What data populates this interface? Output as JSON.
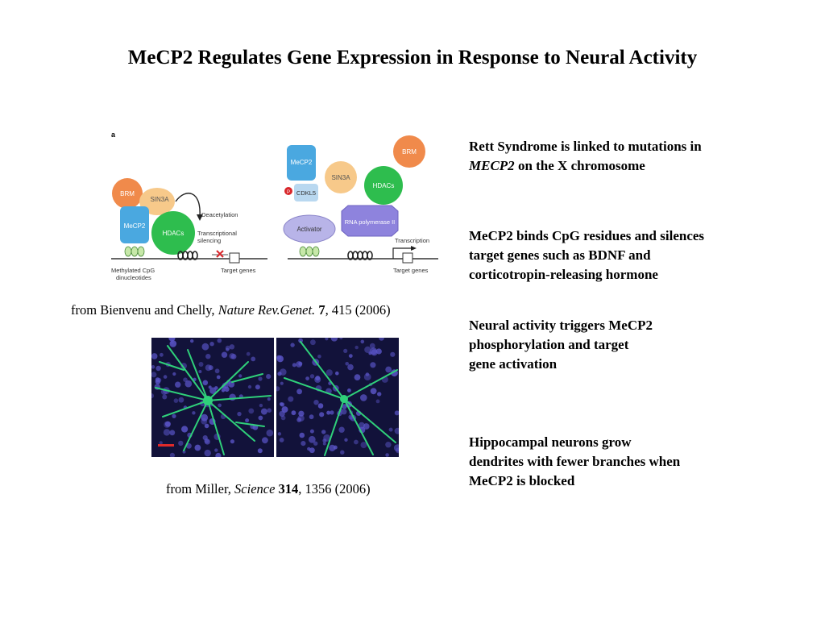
{
  "slide": {
    "title": "MeCP2 Regulates Gene Expression in Response to Neural Activity"
  },
  "bullets": [
    {
      "pre": "Rett Syndrome is linked to mutations in ",
      "em": "MECP2",
      "post": " on the X chromosome"
    },
    {
      "text": "MeCP2 binds CpG residues and silences target genes such as BDNF and corticotropin-releasing hormone"
    },
    {
      "text": "Neural activity triggers MeCP2 phosphorylation and target gene activation"
    },
    {
      "text": "Hippocampal neurons grow dendrites with fewer branches when MeCP2 is blocked"
    }
  ],
  "citation1": {
    "pre": "from Bienvenu and Chelly, ",
    "journal": "Nature Rev.Genet.",
    "volume": "7",
    "post": ", 415 (2006)"
  },
  "citation2": {
    "pre": "from Miller, ",
    "journal": "Science",
    "volume": "314",
    "post": ", 1356 (2006)"
  },
  "diagram": {
    "panel_label": "a",
    "left": {
      "brm": "BRM",
      "sin3a": "SIN3A",
      "mecp2": "MeCP2",
      "hdacs": "HDACs",
      "deacetylation": "Deacetylation",
      "silencing_1": "Transcriptional",
      "silencing_2": "silencing",
      "cpg_1": "Methylated CpG",
      "cpg_2": "dinucleotides",
      "target": "Target genes"
    },
    "right": {
      "mecp2": "MeCP2",
      "p": "P",
      "cdkl5": "CDKL5",
      "sin3a": "SIN3A",
      "brm": "BRM",
      "hdacs": "HDACs",
      "activator": "Activator",
      "rnapol": "RNA polymerase II",
      "transcription": "Transcription",
      "target": "Target genes"
    },
    "colors": {
      "brm": "#f08a4b",
      "sin3a": "#f7c98a",
      "mecp2": "#4aa8e0",
      "hdacs": "#2ebd4e",
      "activator": "#b8b4e8",
      "rnapol": "#8e83dd",
      "cdkl5": "#b9d8f0",
      "p": "#d8262a"
    }
  },
  "micrographs": {
    "background": "#12123a",
    "dendrite_color": "#2fd07a",
    "nuclei_color": "#5a55c8",
    "scale_bar_color": "#e02a2a"
  }
}
